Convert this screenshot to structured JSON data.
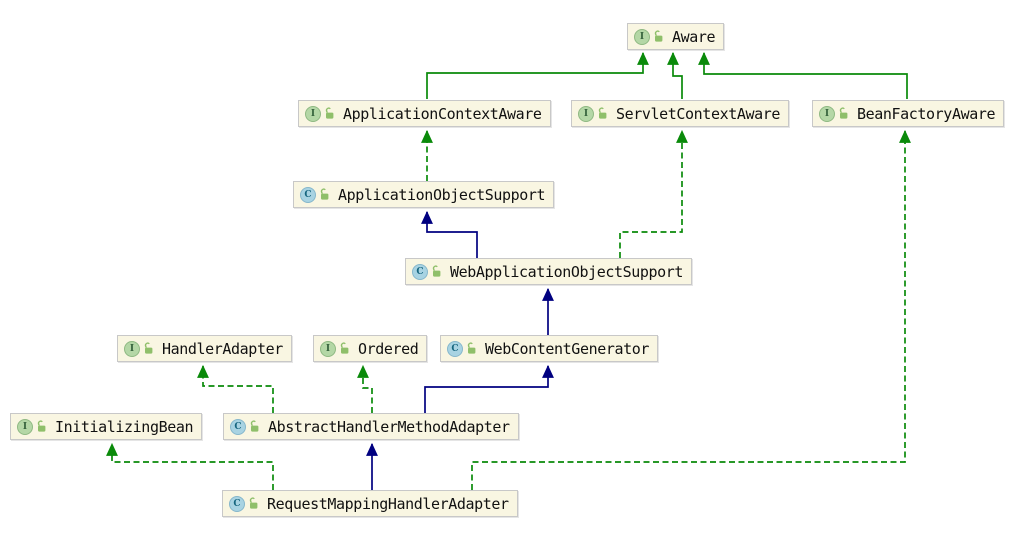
{
  "diagram_type": "uml-class-diagram",
  "colors": {
    "node_background": "#f9f6e2",
    "node_border": "#c8c8c8",
    "interface_edge_green": "#0a8a0a",
    "class_edge_navy": "#000080",
    "interface_icon_fill": "#b4d7a6",
    "class_icon_fill": "#a8d3e2",
    "lock_icon_green": "#8fbf6a"
  },
  "nodes": [
    {
      "id": "aware",
      "label": "Aware",
      "kind": "interface",
      "icon_letter": "I"
    },
    {
      "id": "application-context-aware",
      "label": "ApplicationContextAware",
      "kind": "interface",
      "icon_letter": "I"
    },
    {
      "id": "servlet-context-aware",
      "label": "ServletContextAware",
      "kind": "interface",
      "icon_letter": "I"
    },
    {
      "id": "bean-factory-aware",
      "label": "BeanFactoryAware",
      "kind": "interface",
      "icon_letter": "I"
    },
    {
      "id": "application-object-support",
      "label": "ApplicationObjectSupport",
      "kind": "class",
      "icon_letter": "C"
    },
    {
      "id": "web-application-object-support",
      "label": "WebApplicationObjectSupport",
      "kind": "class",
      "icon_letter": "C"
    },
    {
      "id": "handler-adapter",
      "label": "HandlerAdapter",
      "kind": "interface",
      "icon_letter": "I"
    },
    {
      "id": "ordered",
      "label": "Ordered",
      "kind": "interface",
      "icon_letter": "I"
    },
    {
      "id": "web-content-generator",
      "label": "WebContentGenerator",
      "kind": "class",
      "icon_letter": "C"
    },
    {
      "id": "initializing-bean",
      "label": "InitializingBean",
      "kind": "interface",
      "icon_letter": "I"
    },
    {
      "id": "abstract-handler-method-adapter",
      "label": "AbstractHandlerMethodAdapter",
      "kind": "class",
      "icon_letter": "C"
    },
    {
      "id": "request-mapping-handler-adapter",
      "label": "RequestMappingHandlerAdapter",
      "kind": "class",
      "icon_letter": "C"
    }
  ],
  "edges": [
    {
      "from": "ApplicationContextAware",
      "to": "Aware",
      "relation": "extends",
      "style": "solid-green"
    },
    {
      "from": "ServletContextAware",
      "to": "Aware",
      "relation": "extends",
      "style": "solid-green"
    },
    {
      "from": "BeanFactoryAware",
      "to": "Aware",
      "relation": "extends",
      "style": "solid-green"
    },
    {
      "from": "ApplicationObjectSupport",
      "to": "ApplicationContextAware",
      "relation": "implements",
      "style": "dashed-green"
    },
    {
      "from": "WebApplicationObjectSupport",
      "to": "ApplicationObjectSupport",
      "relation": "extends",
      "style": "solid-navy"
    },
    {
      "from": "WebApplicationObjectSupport",
      "to": "ServletContextAware",
      "relation": "implements",
      "style": "dashed-green"
    },
    {
      "from": "WebContentGenerator",
      "to": "WebApplicationObjectSupport",
      "relation": "extends",
      "style": "solid-navy"
    },
    {
      "from": "AbstractHandlerMethodAdapter",
      "to": "HandlerAdapter",
      "relation": "implements",
      "style": "dashed-green"
    },
    {
      "from": "AbstractHandlerMethodAdapter",
      "to": "Ordered",
      "relation": "implements",
      "style": "dashed-green"
    },
    {
      "from": "AbstractHandlerMethodAdapter",
      "to": "WebContentGenerator",
      "relation": "extends",
      "style": "solid-navy"
    },
    {
      "from": "RequestMappingHandlerAdapter",
      "to": "AbstractHandlerMethodAdapter",
      "relation": "extends",
      "style": "solid-navy"
    },
    {
      "from": "RequestMappingHandlerAdapter",
      "to": "InitializingBean",
      "relation": "implements",
      "style": "dashed-green"
    },
    {
      "from": "RequestMappingHandlerAdapter",
      "to": "BeanFactoryAware",
      "relation": "implements",
      "style": "dashed-green"
    }
  ]
}
